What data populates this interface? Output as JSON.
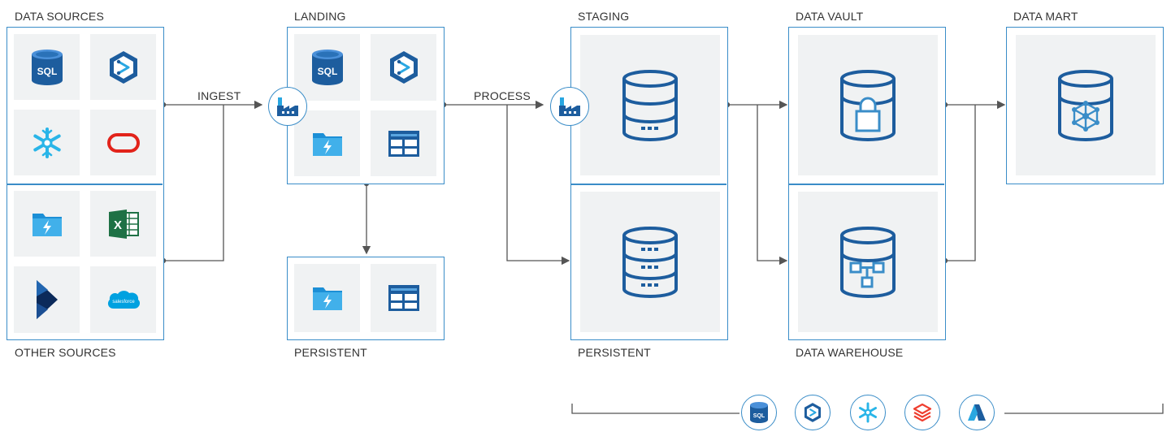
{
  "columns": {
    "data_sources": "DATA SOURCES",
    "other_sources": "OTHER SOURCES",
    "landing": "LANDING",
    "landing_persistent": "PERSISTENT",
    "staging": "STAGING",
    "staging_persistent": "PERSISTENT",
    "data_vault": "DATA VAULT",
    "data_warehouse": "DATA WAREHOUSE",
    "data_mart": "DATA MART"
  },
  "edges": {
    "ingest": "INGEST",
    "process": "PROCESS"
  },
  "icon_text": {
    "sql": "SQL",
    "sql_small": "SQL",
    "salesforce": "salesforce",
    "excel": "X"
  },
  "colors": {
    "panel_border": "#3a8dc8",
    "icon_blue": "#1d5d9e",
    "azure_blue": "#29a7e1",
    "tile_bg": "#f0f2f3",
    "oracle_red": "#e2231a",
    "excel_green": "#1e7145",
    "databricks_red": "#ef3e2f",
    "line_gray": "#555555"
  },
  "icons": {
    "source_tiles": [
      "sql-database-icon",
      "synapse-icon",
      "snowflake-icon",
      "oracle-icon"
    ],
    "other_tiles": [
      "data-lake-icon",
      "excel-icon",
      "dynamics-icon",
      "salesforce-icon"
    ],
    "landing_tiles": [
      "sql-database-icon",
      "synapse-icon",
      "data-lake-icon",
      "storage-table-icon"
    ],
    "persistent_tiles": [
      "data-lake-icon",
      "storage-table-icon"
    ],
    "platform_badges": [
      "sql-icon",
      "synapse-icon",
      "snowflake-icon",
      "databricks-icon",
      "azure-icon"
    ]
  }
}
